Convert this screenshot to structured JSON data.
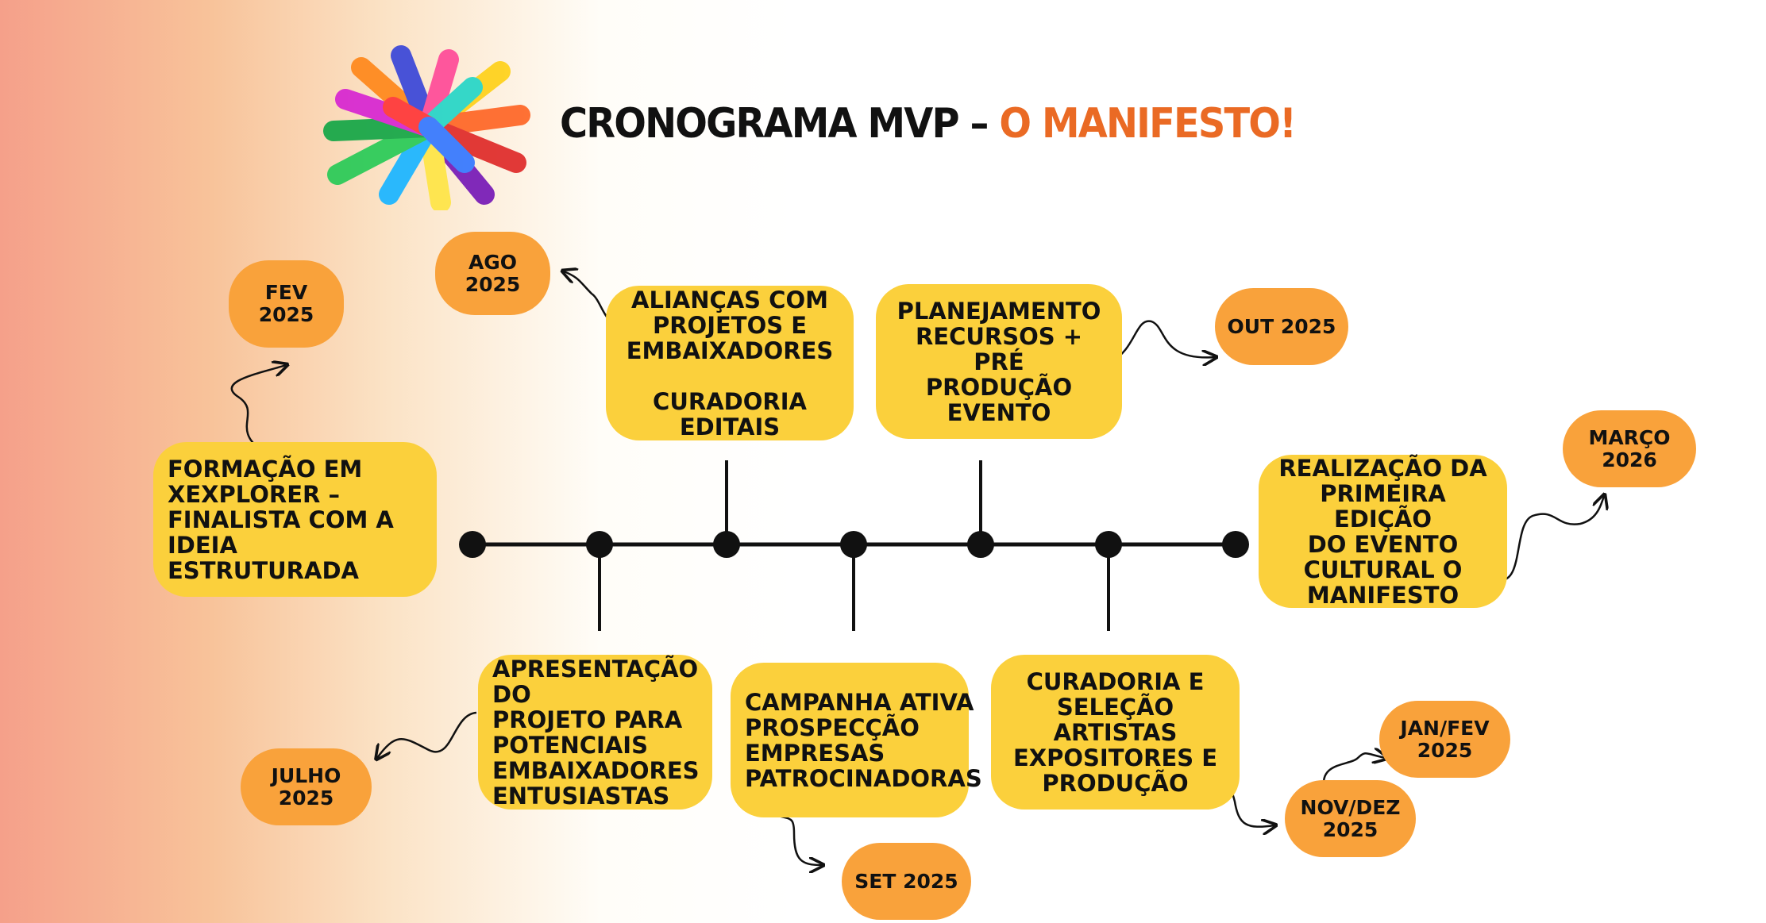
{
  "title": {
    "main": "CRONOGRAMA MVP – ",
    "highlight": "O MANIFESTO!"
  },
  "colors": {
    "box": "#fbd03c",
    "pill": "#f9a23b",
    "title_accent": "#ea6a24",
    "line": "#111111"
  },
  "milestones": {
    "formacao": {
      "text": "FORMAÇÃO EM\nXEXPLORER –\nFINALISTA COM A\nIDEIA ESTRUTURADA",
      "date": "FEV 2025"
    },
    "apresentacao": {
      "text": "APRESENTAÇÃO DO\nPROJETO PARA\nPOTENCIAIS\nEMBAIXADORES\nENTUSIASTAS",
      "date": "JULHO 2025"
    },
    "aliancas": {
      "text": "ALIANÇAS COM\nPROJETOS E\nEMBAIXADORES\n\nCURADORIA EDITAIS",
      "date": "AGO 2025"
    },
    "campanha": {
      "text": "CAMPANHA ATIVA\nPROSPECÇÃO\nEMPRESAS\nPATROCINADORAS",
      "date": "SET 2025"
    },
    "planejamento": {
      "text": "PLANEJAMENTO\nRECURSOS + PRÉ\nPRODUÇÃO EVENTO",
      "date": "OUT 2025"
    },
    "curadoria": {
      "text": "CURADORIA E\nSELEÇÃO ARTISTAS\nEXPOSITORES E\nPRODUÇÃO",
      "date": "NOV/DEZ\n2025",
      "date2": "JAN/FEV\n2025"
    },
    "realizacao": {
      "text": "REALIZAÇÃO DA\nPRIMEIRA EDIÇÃO\nDO EVENTO\nCULTURAL O\nMANIFESTO",
      "date": "MARÇO 2026"
    }
  }
}
